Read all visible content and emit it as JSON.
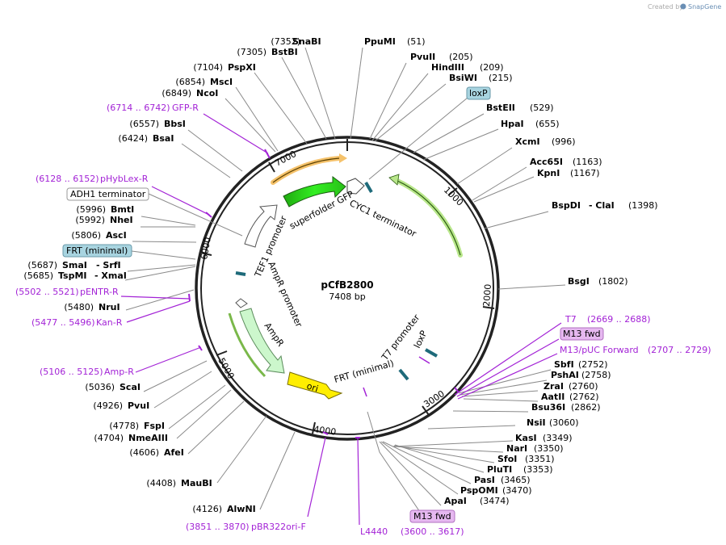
{
  "credit": {
    "prefix": "Created by",
    "brand": "SnapGene"
  },
  "plasmid": {
    "name": "pCfB2800",
    "size": "7408 bp",
    "length": 7408
  },
  "ticks": [
    "1000",
    "2000",
    "3000",
    "4000",
    "5000",
    "6000",
    "7000"
  ],
  "enzymes": [
    {
      "name": "SnaBI",
      "pos": "(7352)"
    },
    {
      "name": "BstBI",
      "pos": "(7305)"
    },
    {
      "name": "PspXI",
      "pos": "(7104)"
    },
    {
      "name": "MscI",
      "pos": "(6854)"
    },
    {
      "name": "NcoI",
      "pos": "(6849)"
    },
    {
      "name": "BbsI",
      "pos": "(6557)"
    },
    {
      "name": "BsaI",
      "pos": "(6424)"
    },
    {
      "name": "BmtI",
      "pos": "(5996)"
    },
    {
      "name": "NheI",
      "pos": "(5992)"
    },
    {
      "name": "AscI",
      "pos": "(5806)"
    },
    {
      "name": "SmaI",
      "extra": "- SrfI",
      "pos": "(5687)"
    },
    {
      "name": "TspMI",
      "extra": "- XmaI",
      "pos": "(5685)"
    },
    {
      "name": "NruI",
      "pos": "(5480)"
    },
    {
      "name": "ScaI",
      "pos": "(5036)"
    },
    {
      "name": "PvuI",
      "pos": "(4926)"
    },
    {
      "name": "FspI",
      "pos": "(4778)"
    },
    {
      "name": "NmeAIII",
      "pos": "(4704)"
    },
    {
      "name": "AfeI",
      "pos": "(4606)"
    },
    {
      "name": "MauBI",
      "pos": "(4408)"
    },
    {
      "name": "AlwNI",
      "pos": "(4126)"
    },
    {
      "name": "PpuMI",
      "pos": "(51)"
    },
    {
      "name": "PvuII",
      "pos": "(205)"
    },
    {
      "name": "HindIII",
      "pos": "(209)"
    },
    {
      "name": "BsiWI",
      "pos": "(215)"
    },
    {
      "name": "BstEII",
      "pos": "(529)"
    },
    {
      "name": "HpaI",
      "pos": "(655)"
    },
    {
      "name": "XcmI",
      "pos": "(996)"
    },
    {
      "name": "Acc65I",
      "pos": "(1163)"
    },
    {
      "name": "KpnI",
      "pos": "(1167)"
    },
    {
      "name": "BspDI",
      "extra": "- ClaI",
      "pos": "(1398)"
    },
    {
      "name": "BsgI",
      "pos": "(1802)"
    },
    {
      "name": "SbfI",
      "pos": "(2752)"
    },
    {
      "name": "PshAI",
      "pos": "(2758)"
    },
    {
      "name": "ZraI",
      "pos": "(2760)"
    },
    {
      "name": "AatII",
      "pos": "(2762)"
    },
    {
      "name": "Bsu36I",
      "pos": "(2862)"
    },
    {
      "name": "NsiI",
      "pos": "(3060)"
    },
    {
      "name": "KasI",
      "pos": "(3349)"
    },
    {
      "name": "NarI",
      "pos": "(3350)"
    },
    {
      "name": "SfoI",
      "pos": "(3351)"
    },
    {
      "name": "PluTI",
      "pos": "(3353)"
    },
    {
      "name": "PasI",
      "pos": "(3465)"
    },
    {
      "name": "PspOMI",
      "pos": "(3470)"
    },
    {
      "name": "ApaI",
      "pos": "(3474)"
    }
  ],
  "primers": [
    {
      "range": "(6714 .. 6742)",
      "name": "GFP-R"
    },
    {
      "range": "(6128 .. 6152)",
      "name": "pHybLex-R"
    },
    {
      "range": "(5502 .. 5521)",
      "name": "pENTR-R"
    },
    {
      "range": "(5477 .. 5496)",
      "name": "Kan-R"
    },
    {
      "range": "(5106 .. 5125)",
      "name": "Amp-R"
    },
    {
      "range": "(3851 .. 3870)",
      "name": "pBR322ori-F"
    },
    {
      "range": "(3600 .. 3617)",
      "name": "L4440"
    },
    {
      "range": "(2669 .. 2688)",
      "name": "T7"
    },
    {
      "range": "(2707 .. 2729)",
      "name": "M13/pUC Forward"
    }
  ],
  "boxed": {
    "adh1": "ADH1 terminator",
    "frt": "FRT (minimal)",
    "loxp": "loxP",
    "m13_right": "M13 fwd",
    "m13_bottom": "M13 fwd"
  },
  "features": {
    "sfgfp": "superfolder GFP",
    "cyc1": "CYC1 terminator",
    "tef1": "TEF1 promoter",
    "ampr_promoter": "AmpR promoter",
    "ampr": "AmpR",
    "ori": "ori",
    "frt_minimal": "FRT (minimal)",
    "t7_promoter": "T7 promoter",
    "loxp": "loxP"
  },
  "colors": {
    "backbone": "#222222",
    "primer": "#a323d6",
    "gfp": "#33ee22",
    "ampr": "#ccf7cc",
    "ori": "#ffee00",
    "outer_arc_orange": "#f5c26b",
    "outer_arc_green": "#b8e68a",
    "loxp_box": "#a8d4e0",
    "m13_box": "#e6b8f0"
  }
}
